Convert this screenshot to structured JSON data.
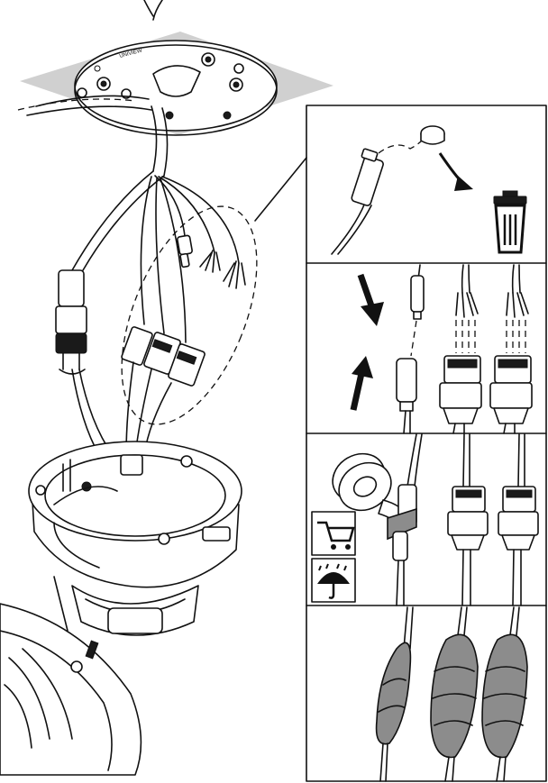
{
  "colors": {
    "line": "#111111",
    "ceiling": "#d0d0d0",
    "tape_fill": "#8c8c8c",
    "background": "#ffffff"
  },
  "icons": {
    "trash": "trash-can-icon",
    "cart": "shopping-cart-icon",
    "umbrella": "keep-dry-umbrella-icon",
    "arrow_down": "arrow-down-icon",
    "arrow_up": "arrow-up-icon",
    "arrow_curved": "curved-arrow-icon"
  },
  "steps": [
    {
      "id": 1,
      "content": "remove-cap-and-discard"
    },
    {
      "id": 2,
      "content": "connect-connectors"
    },
    {
      "id": 3,
      "content": "wrap-with-tape"
    },
    {
      "id": 4,
      "content": "wrapped-result"
    }
  ],
  "ceiling_plate_text": "UNIVIEW"
}
